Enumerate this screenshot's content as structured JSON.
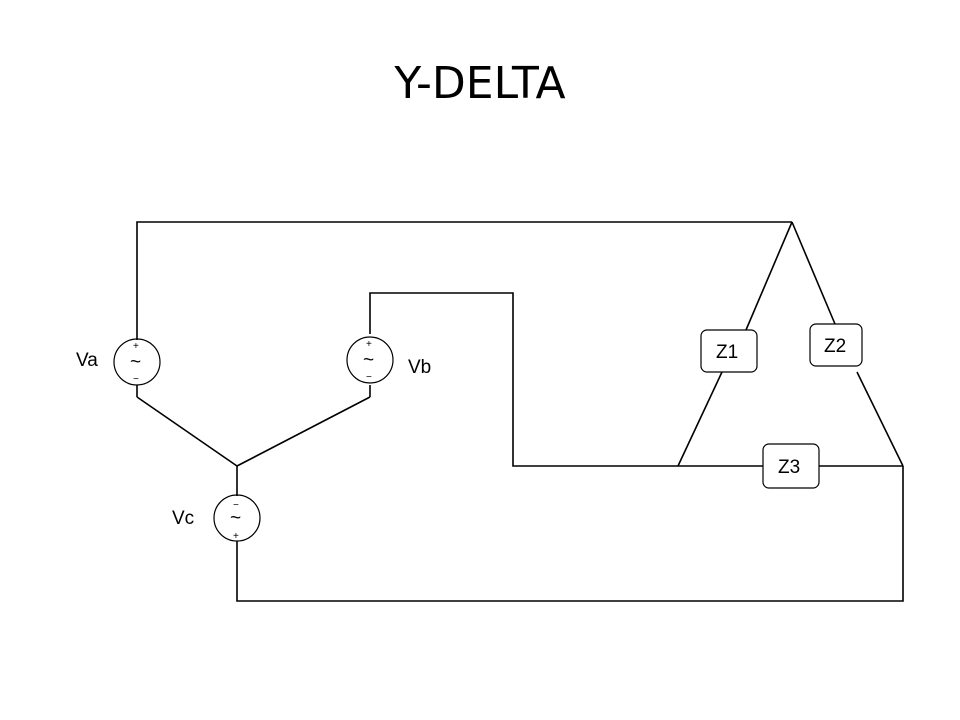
{
  "slide": {
    "title": "Y-DELTA"
  },
  "sources": [
    {
      "id": "va",
      "label": "Va",
      "top_sign": "+",
      "bottom_sign": "−",
      "symbol": "~"
    },
    {
      "id": "vb",
      "label": "Vb",
      "top_sign": "+",
      "bottom_sign": "−",
      "symbol": "~"
    },
    {
      "id": "vc",
      "label": "Vc",
      "top_sign": "−",
      "bottom_sign": "+",
      "symbol": "~"
    }
  ],
  "impedances": [
    {
      "id": "z1",
      "label": "Z1"
    },
    {
      "id": "z2",
      "label": "Z2"
    },
    {
      "id": "z3",
      "label": "Z3"
    }
  ]
}
